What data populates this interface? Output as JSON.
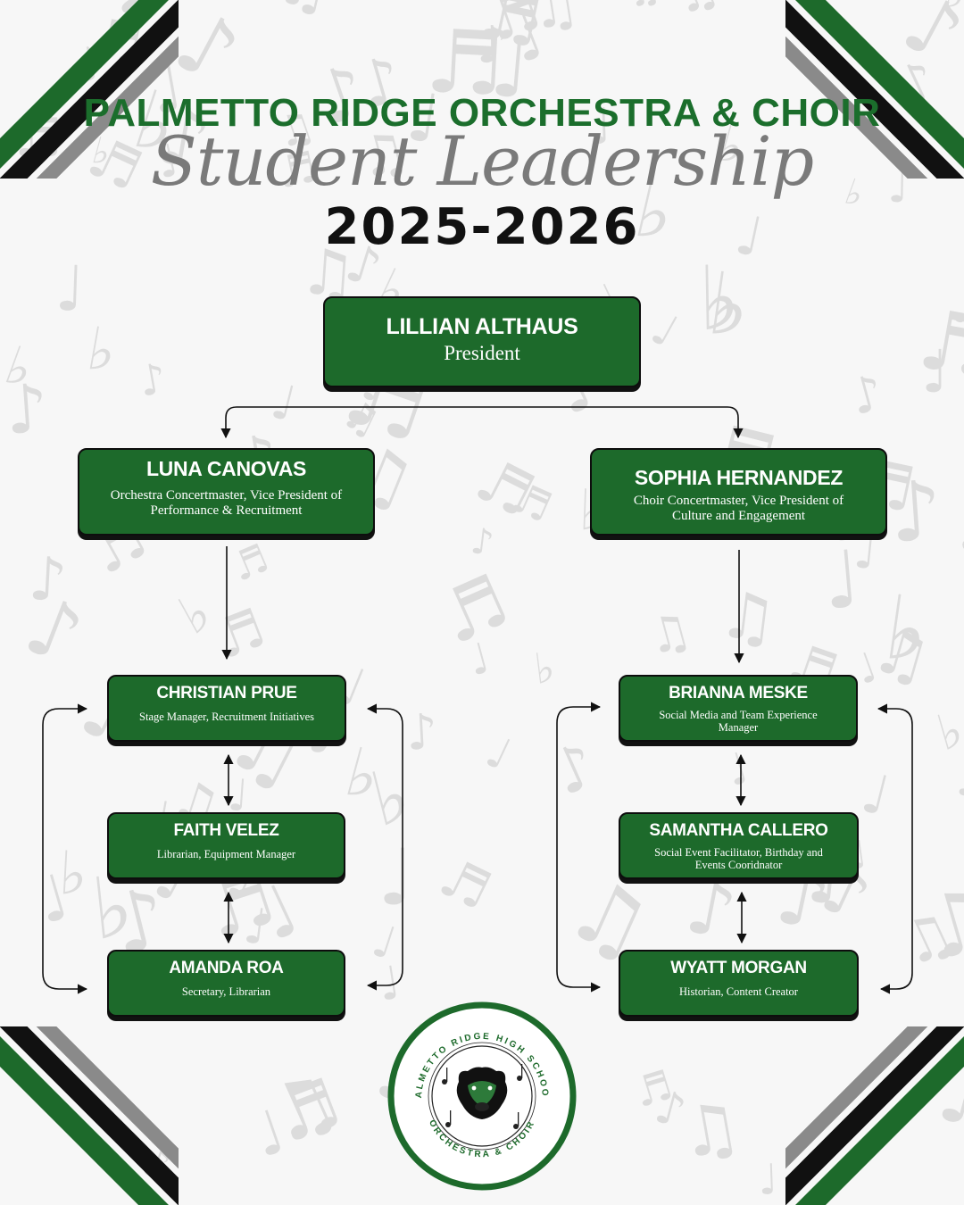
{
  "header": {
    "school_title": "PALMETTO RIDGE ORCHESTRA & CHOIR",
    "subtitle": "Student Leadership",
    "years": "2025-2026"
  },
  "president": {
    "name": "LILLIAN ALTHAUS",
    "role": "President"
  },
  "vice_presidents": [
    {
      "name": "LUNA CANOVAS",
      "role": "Orchestra Concertmaster, Vice President of Performance & Recruitment"
    },
    {
      "name": "SOPHIA HERNANDEZ",
      "role": "Choir Concertmaster, Vice President of Culture and Engagement"
    }
  ],
  "orchestra_team": [
    {
      "name": "CHRISTIAN PRUE",
      "role": "Stage Manager, Recruitment Initiatives"
    },
    {
      "name": "FAITH VELEZ",
      "role": "Librarian, Equipment Manager"
    },
    {
      "name": "AMANDA ROA",
      "role": "Secretary, Librarian"
    }
  ],
  "choir_team": [
    {
      "name": "BRIANNA MESKE",
      "role": "Social Media and Team Experience Manager"
    },
    {
      "name": "SAMANTHA CALLERO",
      "role": "Social Event Facilitator, Birthday and Events Cooridnator"
    },
    {
      "name": "WYATT MORGAN",
      "role": "Historian, Content Creator"
    }
  ],
  "logo": {
    "ring_top": "PALMETTO RIDGE HIGH SCHOOL",
    "ring_bottom": "ORCHESTRA & CHOIR",
    "icon": "bear-head-icon"
  },
  "colors": {
    "green": "#1d6a2b",
    "title_green": "#1b6e2c",
    "gray": "#7a7a7a",
    "black": "#111111"
  }
}
